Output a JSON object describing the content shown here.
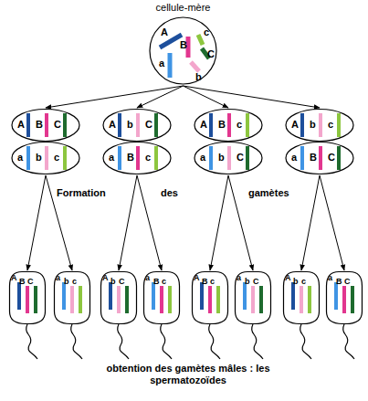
{
  "diagram": {
    "caption": "obtention des gamètes mâles : les spermatozoïdes",
    "nodes": [
      {
        "text": [
          "cellule-mère",
          "A",
          "B",
          "c",
          "C",
          "a",
          "b"
        ]
      },
      {
        "text": [
          "A",
          "B",
          "C",
          "a",
          "b",
          "c"
        ]
      },
      {
        "text": [
          "A",
          "b",
          "C",
          "a",
          "B",
          "c"
        ]
      },
      {
        "text": [
          "A",
          "B",
          "c",
          "a",
          "b",
          "C"
        ]
      },
      {
        "text": [
          "A",
          "b",
          "c",
          "a",
          "B",
          "C"
        ]
      },
      {
        "text": [
          "A",
          "B",
          "C"
        ]
      },
      {
        "text": [
          "a",
          "b",
          "c"
        ]
      },
      {
        "text": [
          "A",
          "b",
          "C"
        ]
      },
      {
        "text": [
          "a",
          "B",
          "c"
        ]
      },
      {
        "text": [
          "A",
          "B",
          "c"
        ]
      },
      {
        "text": [
          "a",
          "b",
          "C"
        ]
      },
      {
        "text": [
          "A",
          "b",
          "c"
        ]
      },
      {
        "text": [
          "a",
          "B",
          "C"
        ]
      }
    ],
    "edges": [
      {
        "from": 0,
        "to": 1,
        "arrow": "to"
      },
      {
        "from": 0,
        "to": 2,
        "arrow": "to"
      },
      {
        "from": 0,
        "to": 3,
        "arrow": "to"
      },
      {
        "from": 0,
        "to": 4,
        "arrow": "to"
      },
      {
        "from": 1,
        "to": 5,
        "arrow": "to"
      },
      {
        "from": 1,
        "to": 6,
        "arrow": "to"
      },
      {
        "from": 2,
        "to": 7,
        "arrow": "to"
      },
      {
        "from": 2,
        "to": 8,
        "arrow": "to"
      },
      {
        "from": 3,
        "to": 9,
        "arrow": "to"
      },
      {
        "from": 3,
        "to": 10,
        "arrow": "to"
      },
      {
        "from": 4,
        "to": 11,
        "arrow": "to"
      },
      {
        "from": 4,
        "to": 12,
        "arrow": "to"
      }
    ],
    "labels": [
      "Formation",
      "des",
      "gamètes"
    ]
  }
}
